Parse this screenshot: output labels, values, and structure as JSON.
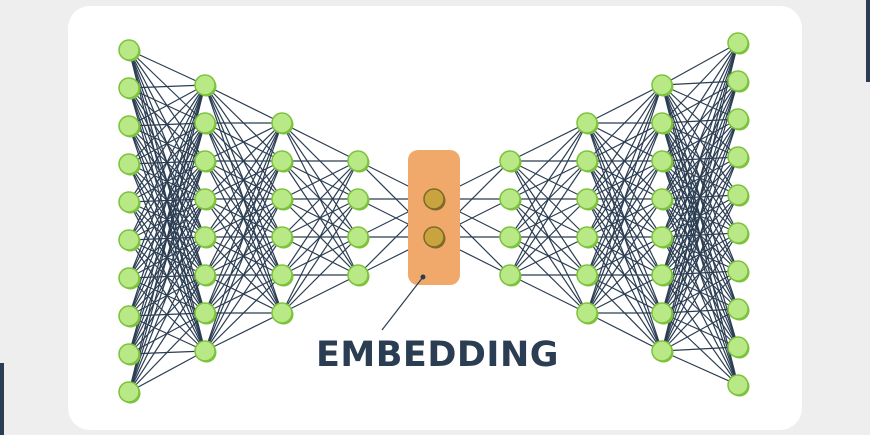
{
  "diagram": {
    "type": "autoencoder-network",
    "label": "EMBEDDING",
    "layers": [
      {
        "nodes": 10,
        "role": "input"
      },
      {
        "nodes": 8,
        "role": "hidden"
      },
      {
        "nodes": 6,
        "role": "hidden"
      },
      {
        "nodes": 4,
        "role": "hidden"
      },
      {
        "nodes": 2,
        "role": "embedding"
      },
      {
        "nodes": 4,
        "role": "hidden"
      },
      {
        "nodes": 6,
        "role": "hidden"
      },
      {
        "nodes": 8,
        "role": "hidden"
      },
      {
        "nodes": 10,
        "role": "output"
      }
    ],
    "colors": {
      "node_fill": "#b8e986",
      "node_stroke": "#7cc23a",
      "embedding_node_fill": "#c9a43e",
      "embedding_node_stroke": "#7d6a2a",
      "embedding_box": "#f0a96a",
      "edge": "#2b3d52",
      "label": "#2b3d52"
    }
  }
}
